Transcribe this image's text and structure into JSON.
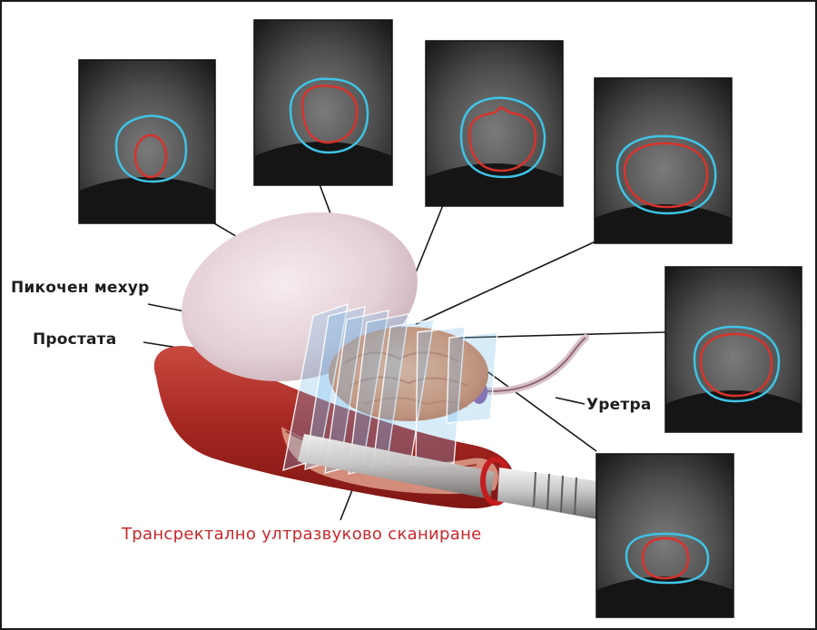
{
  "labels": {
    "bladder": "Пикочен мехур",
    "prostate": "Простата",
    "urethra": "Уретра",
    "caption": "Трансректално ултразвуково сканиране"
  },
  "colors": {
    "contour_outer": "#3ec4e6",
    "contour_inner": "#d8332b",
    "caption": "#c9272b",
    "bladder": "#e8d8dc",
    "prostate": "#e79a6e",
    "rectum": "#b8312c",
    "scan_plane": "#6fb8e8"
  }
}
